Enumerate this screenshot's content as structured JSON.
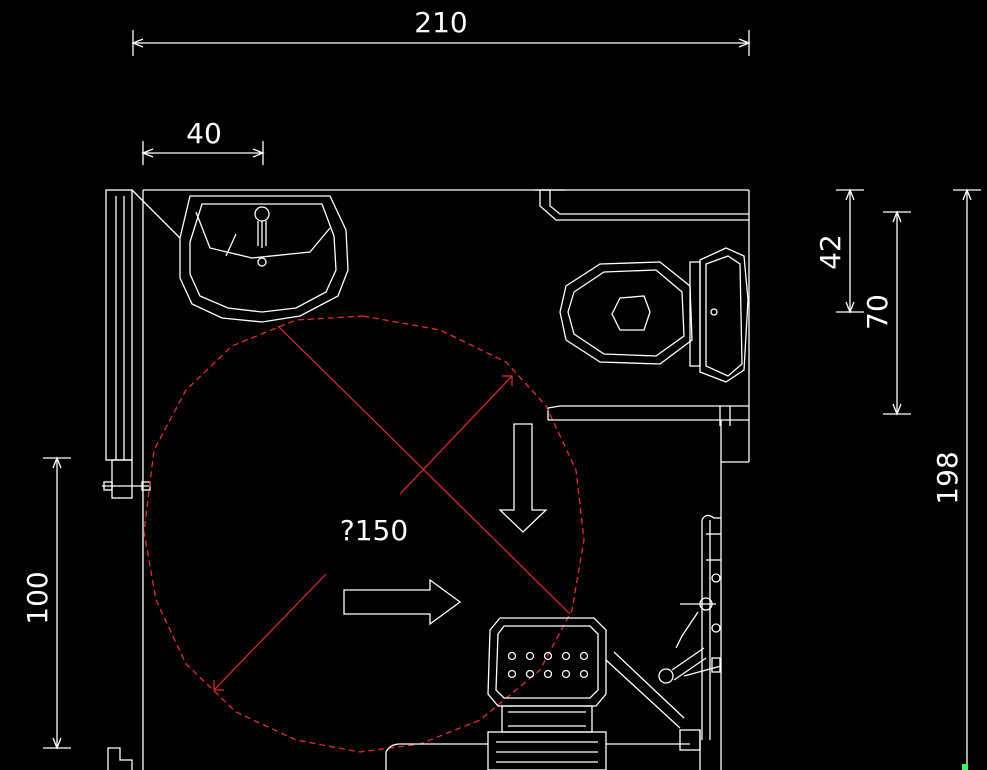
{
  "dimensions": {
    "total_width": "210",
    "sink_width": "40",
    "toilet_offset": "42",
    "toilet_depth": "70",
    "total_depth": "198",
    "door_width": "100"
  },
  "turning_circle": {
    "label": "?150"
  },
  "colors": {
    "background": "#000000",
    "linework": "#ffffff",
    "turning_circle": "#e03030"
  },
  "icons": [
    "sink-icon",
    "toilet-icon",
    "shower-seat-icon",
    "arrow-down-icon",
    "arrow-right-icon"
  ]
}
